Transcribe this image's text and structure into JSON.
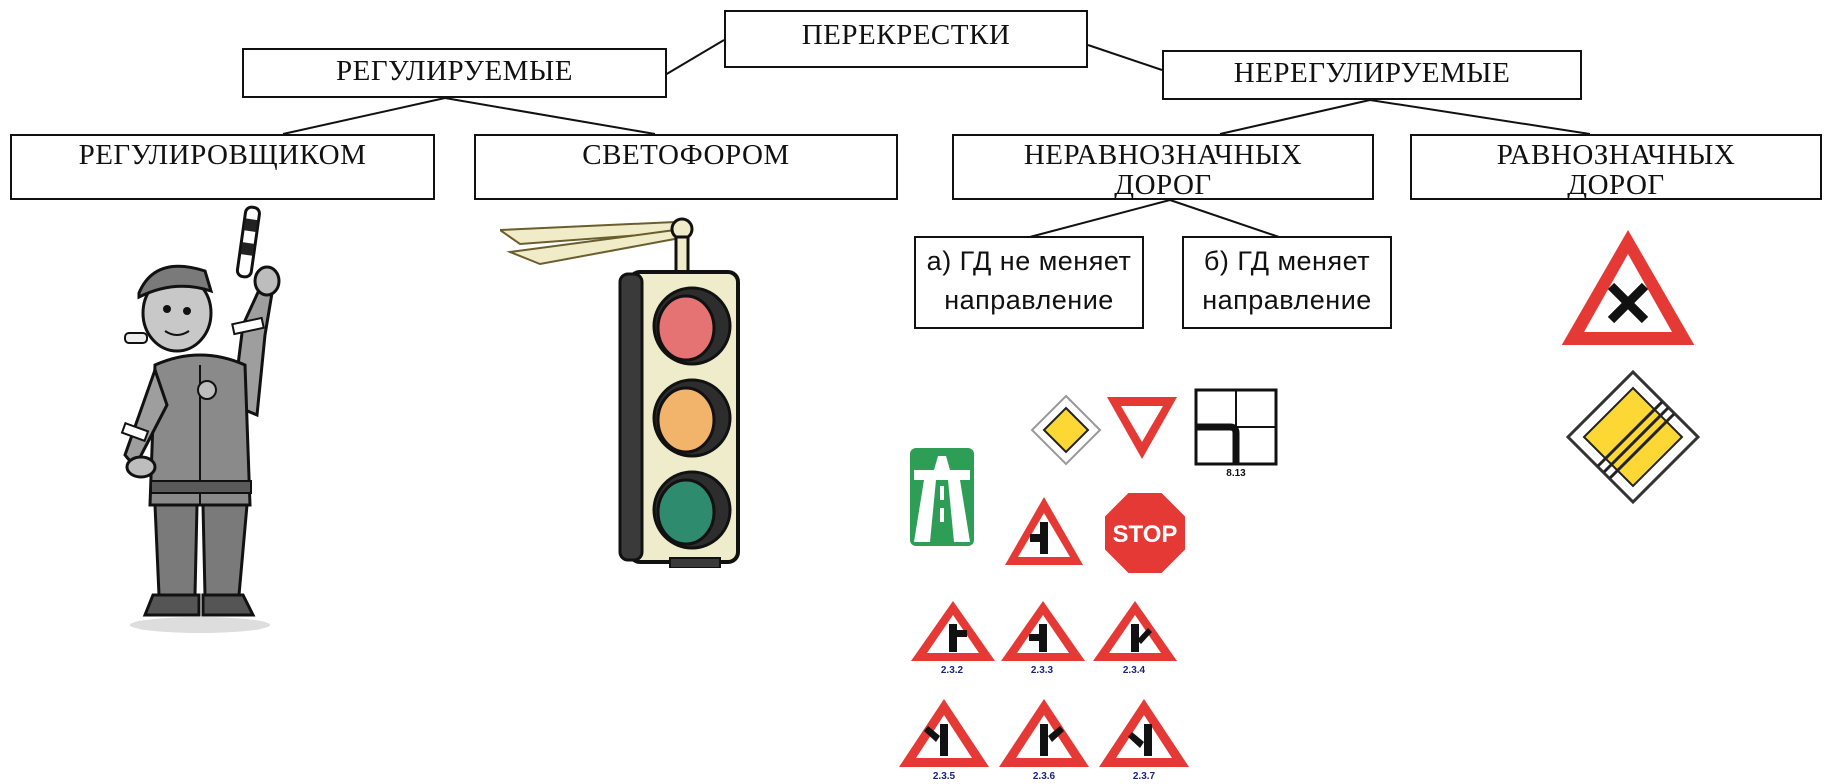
{
  "root": {
    "label": "ПЕРЕКРЕСТКИ"
  },
  "regulated": {
    "label": "РЕГУЛИРУЕМЫЕ",
    "children": [
      {
        "label": "РЕГУЛИРОВЩИКОМ"
      },
      {
        "label": "СВЕТОФОРОМ"
      }
    ]
  },
  "unregulated": {
    "label": "НЕРЕГУЛИРУЕМЫЕ",
    "unequal": {
      "line1": "НЕРАВНОЗНАЧНЫХ",
      "line2": "ДОРОГ",
      "cases": [
        {
          "line1": "а) ГД не меняет",
          "line2": "направление"
        },
        {
          "line1": "б) ГД меняет",
          "line2": "направление"
        }
      ]
    },
    "equal": {
      "line1": "РАВНОЗНАЧНЫХ",
      "line2": "ДОРОГ"
    }
  },
  "signs": {
    "stop_text": "STOP",
    "plate_code": "8.13",
    "codes": [
      "2.3.2",
      "2.3.3",
      "2.3.4",
      "2.3.5",
      "2.3.6",
      "2.3.7"
    ]
  },
  "colors": {
    "sign_red": "#e53935",
    "sign_yellow": "#fdd835",
    "motorway_green": "#2e9d55",
    "light_red": "#e57373",
    "light_amber": "#f2b36b",
    "light_green": "#2e8b6e",
    "code_blue": "#1a237e"
  },
  "icons": [
    "traffic-police-officer",
    "traffic-light",
    "main-road-sign",
    "give-way-sign",
    "main-road-direction-plate",
    "motorway-sign",
    "side-road-junction-sign",
    "stop-sign",
    "equal-crossroads-sign",
    "end-of-main-road-sign"
  ]
}
